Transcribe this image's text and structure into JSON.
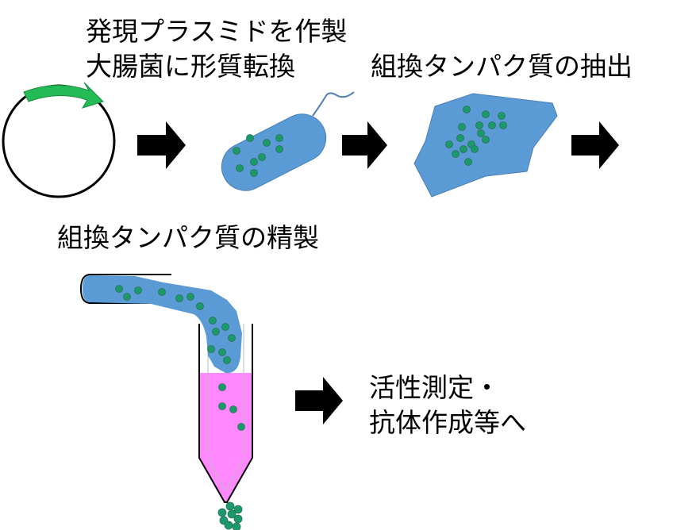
{
  "labels": {
    "step1_line1": "発現プラスミドを作製",
    "step1_line2": "大腸菌に形質転換",
    "step2": "組換タンパク質の抽出",
    "step3": "組換タンパク質の精製",
    "step4_line1": "活性測定・",
    "step4_line2": "抗体作成等へ"
  },
  "colors": {
    "cell_blue": "#5b9bd5",
    "protein_dot": "#1a9a6a",
    "plasmid_insert": "#22bb55",
    "column_fill": "#ff88ff",
    "arrow": "#000000"
  },
  "icons": [
    "plasmid-icon",
    "bacterium-icon",
    "lysate-icon",
    "purification-column-icon",
    "flow-arrow-icon"
  ]
}
